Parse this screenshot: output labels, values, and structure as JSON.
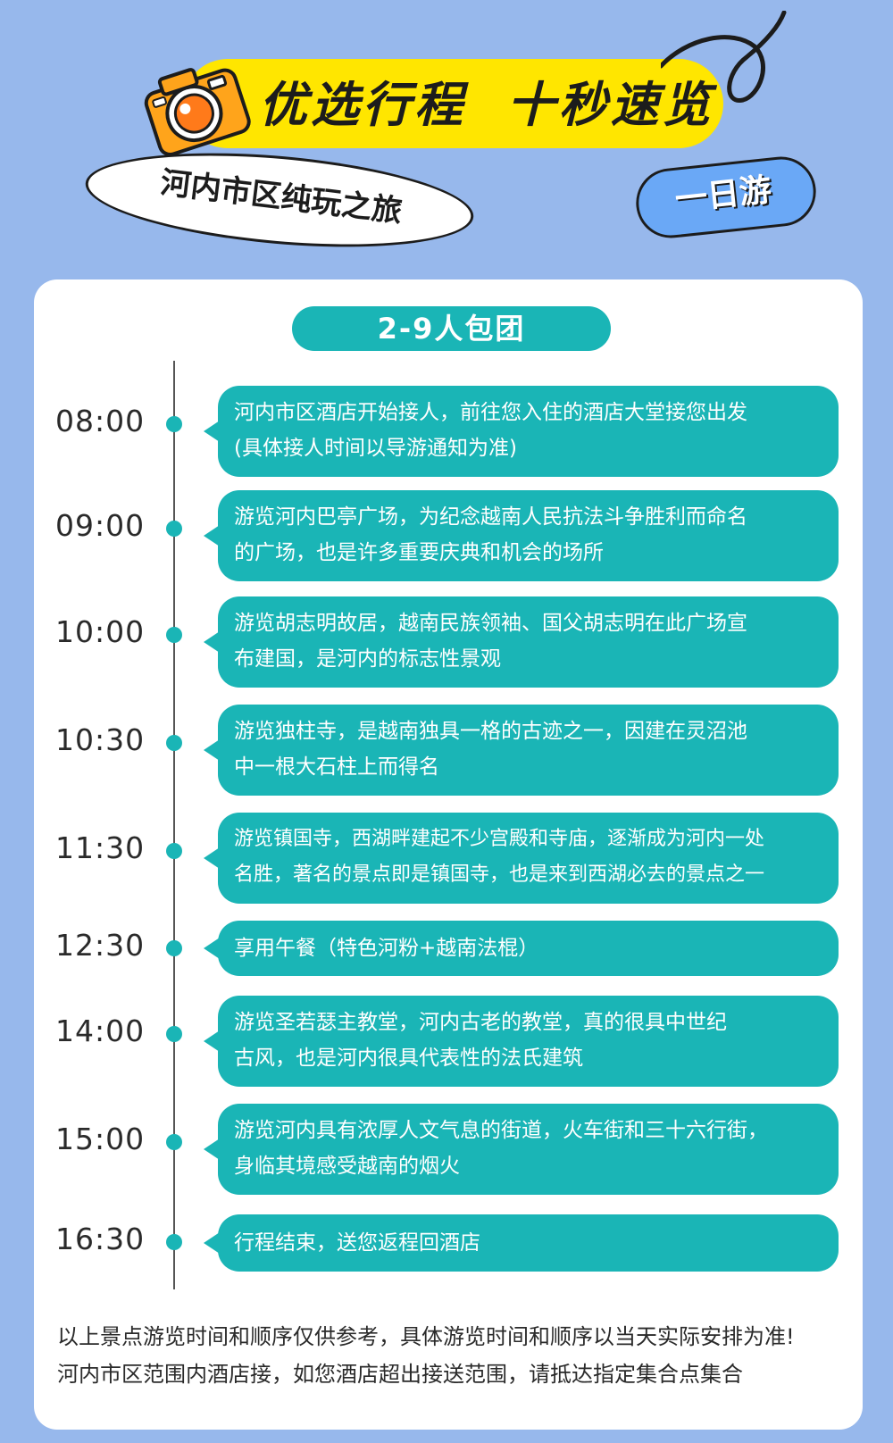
{
  "header": {
    "banner_title": "优选行程  十秒速览",
    "ellipse_tag": "河内市区纯玩之旅",
    "pill_tag": "一日游"
  },
  "group_badge": "2-9人包团",
  "itinerary": [
    {
      "time": "08:00",
      "lines": [
        "河内市区酒店开始接人，前往您入住的酒店大堂接您出发",
        "(具体接人时间以导游通知为准)"
      ]
    },
    {
      "time": "09:00",
      "lines": [
        "游览河内巴亭广场，为纪念越南人民抗法斗争胜利而命名",
        "的广场，也是许多重要庆典和机会的场所"
      ]
    },
    {
      "time": "10:00",
      "lines": [
        "游览胡志明故居，越南民族领袖、国父胡志明在此广场宣",
        "布建国，是河内的标志性景观"
      ]
    },
    {
      "time": "10:30",
      "lines": [
        "游览独柱寺，是越南独具一格的古迹之一，因建在灵沼池",
        "中一根大石柱上而得名"
      ]
    },
    {
      "time": "11:30",
      "lines": [
        "游览镇国寺，西湖畔建起不少宫殿和寺庙，逐渐成为河内一处",
        "名胜，著名的景点即是镇国寺，也是来到西湖必去的景点之一"
      ]
    },
    {
      "time": "12:30",
      "lines": [
        "享用午餐（特色河粉+越南法棍）"
      ]
    },
    {
      "time": "14:00",
      "lines": [
        "游览圣若瑟主教堂，河内古老的教堂，真的很具中世纪",
        "古风，也是河内很具代表性的法氏建筑"
      ]
    },
    {
      "time": "15:00",
      "lines": [
        "游览河内具有浓厚人文气息的街道，火车街和三十六行街，",
        "身临其境感受越南的烟火"
      ]
    },
    {
      "time": "16:30",
      "lines": [
        "行程结束，送您返程回酒店"
      ]
    }
  ],
  "notes": [
    "以上景点游览时间和顺序仅供参考，具体游览时间和顺序以当天实际安排为准!",
    "河内市区范围内酒店接，如您酒店超出接送范围，请抵达指定集合点集合"
  ],
  "colors": {
    "background": "#97b8ec",
    "accent_teal": "#1ab5b6",
    "banner_yellow": "#ffe600",
    "pill_blue": "#6aa8f6"
  },
  "icons": [
    "camera-icon",
    "squiggle-icon"
  ]
}
